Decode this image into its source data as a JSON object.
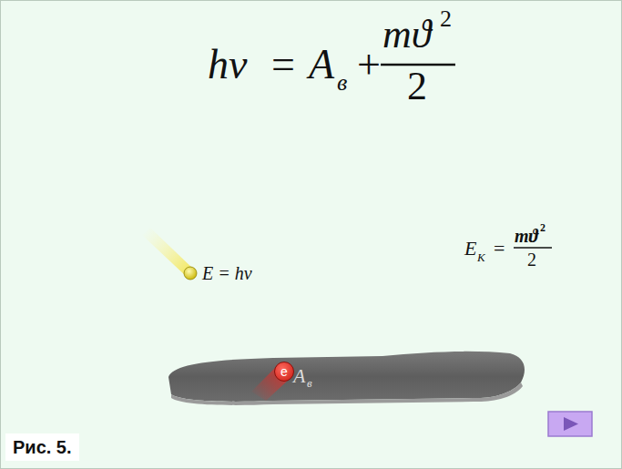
{
  "diagram": {
    "caption": "Рис. 5.",
    "nodes": [
      {
        "text": [
          "e"
        ]
      }
    ],
    "edges": [],
    "labels": [
      "hν",
      "=",
      "A",
      "в",
      "+",
      "mϑ",
      "2",
      "2",
      "E = hν",
      "E",
      "К",
      "=",
      "mϑ",
      "2",
      "2",
      "A",
      "в"
    ]
  }
}
